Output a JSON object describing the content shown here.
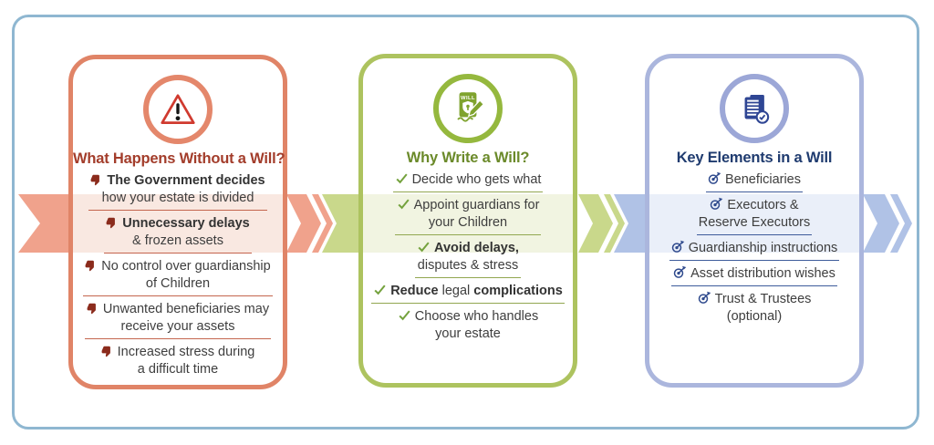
{
  "frame": {
    "border_color": "#8FB7D1"
  },
  "panels": [
    {
      "title": "What Happens Without a Will?",
      "icon": "warning-triangle-icon",
      "bullet": "thumbs-down-icon",
      "colors": {
        "border": "#E08467",
        "ring": "#E4876B",
        "glyph": "#D03A2F",
        "title": "#A33D2B",
        "band": "#F0A28C",
        "tint": "#F9E8E1",
        "divider": "#C4654E",
        "bullet": "#8B2B1C",
        "text": "#3E3E3E"
      },
      "items": [
        {
          "lines": [
            [
              {
                "t": "The Government decides",
                "b": true
              }
            ],
            [
              {
                "t": "how your estate is divided"
              }
            ]
          ]
        },
        {
          "lines": [
            [
              {
                "t": "Unnecessary delays",
                "b": true
              }
            ],
            [
              {
                "t": "& frozen assets"
              }
            ]
          ]
        },
        {
          "lines": [
            [
              {
                "t": "No control over guardianship"
              }
            ],
            [
              {
                "t": "of Children"
              }
            ]
          ]
        },
        {
          "lines": [
            [
              {
                "t": "Unwanted beneficiaries may"
              }
            ],
            [
              {
                "t": "receive your assets"
              }
            ]
          ]
        },
        {
          "lines": [
            [
              {
                "t": "Increased stress during"
              }
            ],
            [
              {
                "t": "a difficult time"
              }
            ]
          ]
        }
      ]
    },
    {
      "title": "Why Write a Will?",
      "icon": "will-document-icon",
      "icon_text": "WILL",
      "bullet": "check-icon",
      "colors": {
        "border": "#ADC35F",
        "ring": "#95B83E",
        "glyph": "#7FA32E",
        "title": "#6B8A2A",
        "band": "#C9D88B",
        "tint": "#F1F4E1",
        "divider": "#92A750",
        "bullet": "#74A23D",
        "text": "#3E3E3E"
      },
      "items": [
        {
          "lines": [
            [
              {
                "t": "Decide who gets what"
              }
            ]
          ]
        },
        {
          "lines": [
            [
              {
                "t": "Appoint guardians for"
              }
            ],
            [
              {
                "t": "your Children"
              }
            ]
          ]
        },
        {
          "lines": [
            [
              {
                "t": "Avoid delays,",
                "b": true
              }
            ],
            [
              {
                "t": "disputes & stress"
              }
            ]
          ]
        },
        {
          "lines": [
            [
              {
                "t": "Reduce",
                "b": true
              },
              {
                "t": " legal "
              },
              {
                "t": "complications",
                "b": true
              }
            ]
          ]
        },
        {
          "lines": [
            [
              {
                "t": "Choose who handles"
              }
            ],
            [
              {
                "t": "your estate"
              }
            ]
          ]
        }
      ]
    },
    {
      "title": "Key Elements in a Will",
      "icon": "documents-check-icon",
      "bullet": "target-icon",
      "colors": {
        "border": "#ABB6DD",
        "ring": "#9CA7D7",
        "glyph": "#2F4694",
        "title": "#1F3B6F",
        "band": "#B0C2E6",
        "tint": "#EAEFF9",
        "divider": "#3E5C9B",
        "bullet": "#2F4A8D",
        "text": "#3E3E3E"
      },
      "items": [
        {
          "lines": [
            [
              {
                "t": "Beneficiaries"
              }
            ]
          ]
        },
        {
          "lines": [
            [
              {
                "t": "Executors &"
              }
            ],
            [
              {
                "t": "Reserve Executors"
              }
            ]
          ]
        },
        {
          "lines": [
            [
              {
                "t": "Guardianship instructions"
              }
            ]
          ]
        },
        {
          "lines": [
            [
              {
                "t": "Asset distribution wishes"
              }
            ]
          ]
        },
        {
          "lines": [
            [
              {
                "t": "Trust & Trustees"
              }
            ],
            [
              {
                "t": "(optional)"
              }
            ]
          ]
        }
      ]
    }
  ]
}
